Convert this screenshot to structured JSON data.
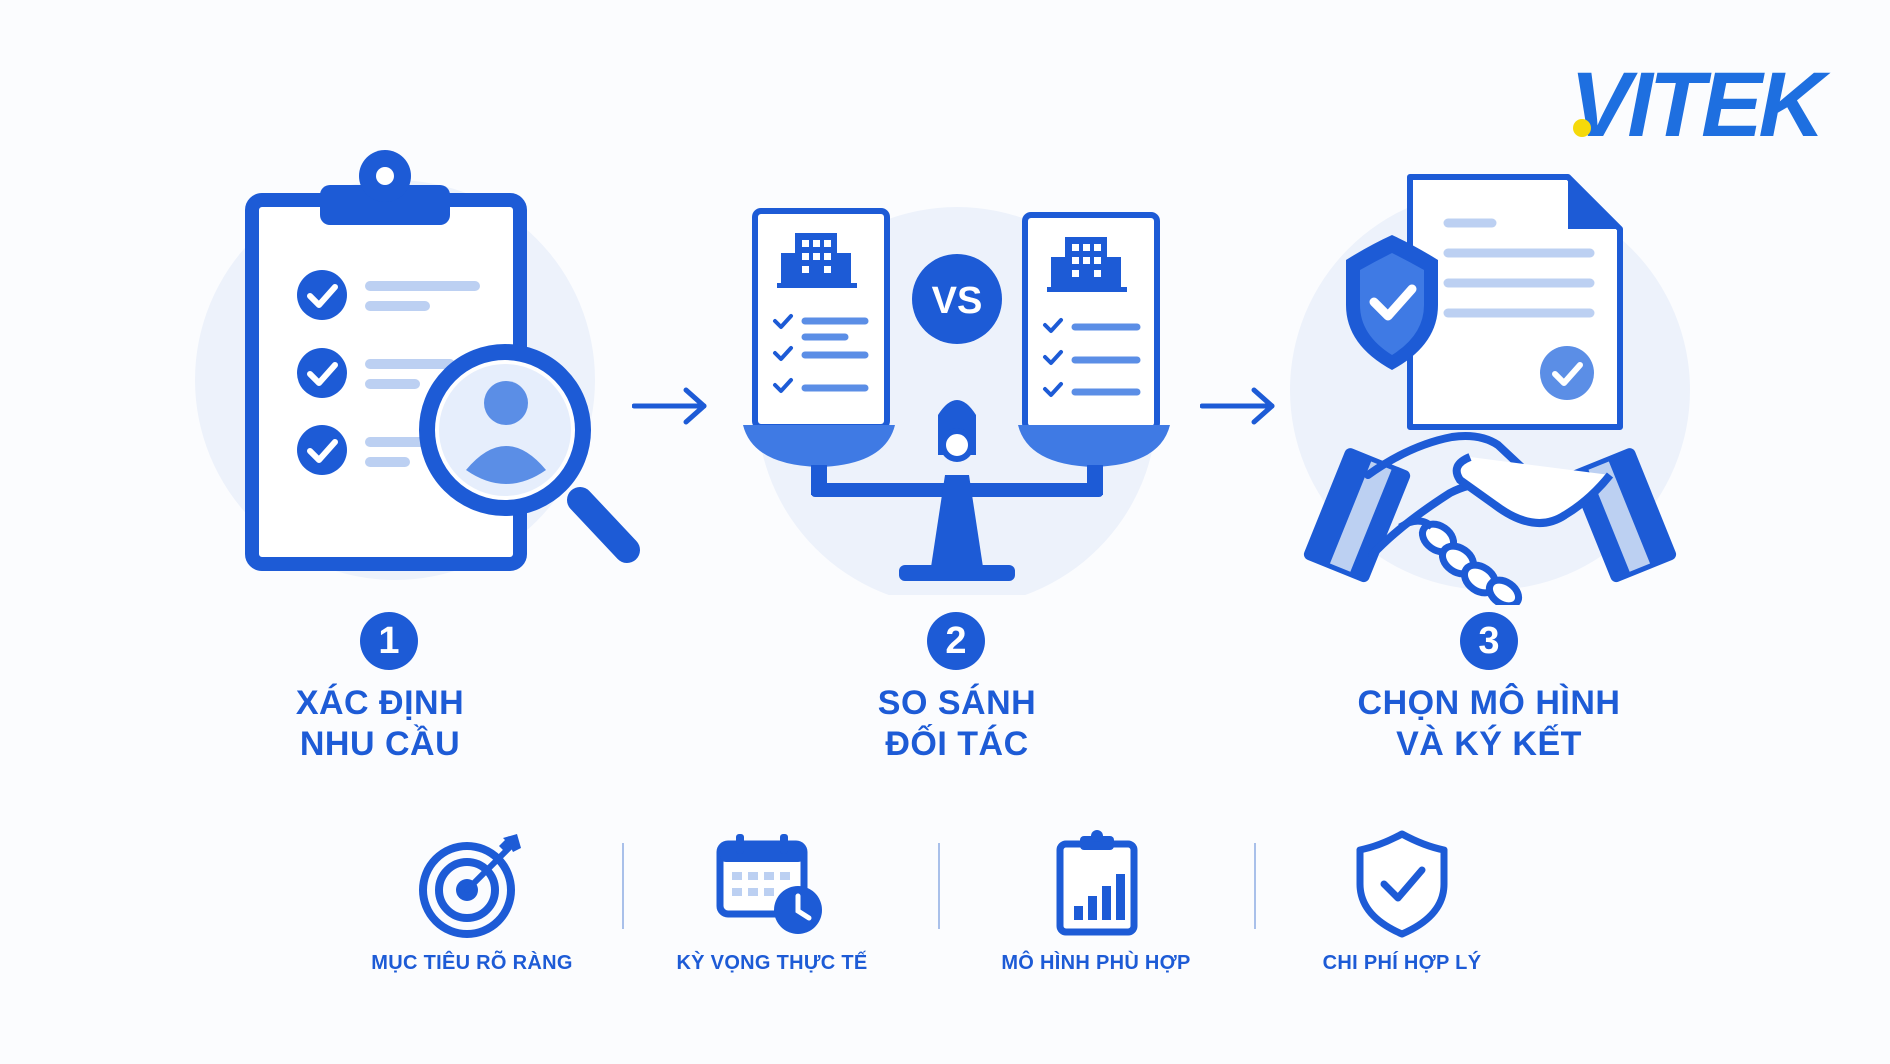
{
  "brand": {
    "logo_text": "VITEK",
    "primary_color": "#1d5bd6",
    "accent_color": "#f5d90a"
  },
  "steps": [
    {
      "number": "1",
      "title_line1": "XÁC ĐỊNH",
      "title_line2": "NHU CẦU",
      "icon": "clipboard-search-icon"
    },
    {
      "number": "2",
      "title_line1": "SO SÁNH",
      "title_line2": "ĐỐI TÁC",
      "icon": "compare-scale-icon",
      "vs_label": "VS"
    },
    {
      "number": "3",
      "title_line1": "CHỌN MÔ HÌNH",
      "title_line2": "VÀ KÝ KẾT",
      "icon": "contract-handshake-icon"
    }
  ],
  "features": [
    {
      "label": "MỤC TIÊU RÕ RÀNG",
      "icon": "target-icon"
    },
    {
      "label": "KỲ VỌNG THỰC TẾ",
      "icon": "calendar-clock-icon"
    },
    {
      "label": "MÔ HÌNH PHÙ HỢP",
      "icon": "clipboard-chart-icon"
    },
    {
      "label": "CHI PHÍ HỢP LÝ",
      "icon": "shield-check-icon"
    }
  ]
}
